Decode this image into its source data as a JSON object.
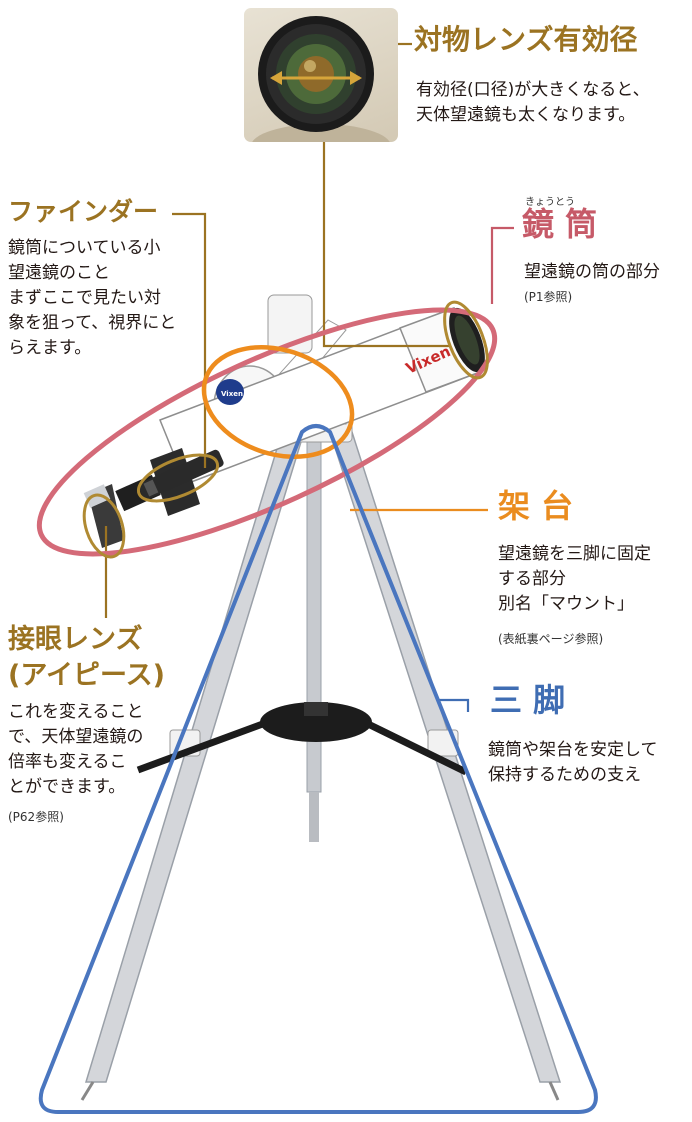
{
  "objective": {
    "title": "対物レンズ有効径",
    "desc": [
      "有効径(口径)が大きくなると、",
      "天体望遠鏡も太くなります。"
    ]
  },
  "finder": {
    "title": "ファインダー",
    "desc": [
      "鏡筒についている小",
      "望遠鏡のこと",
      "まずここで見たい対",
      "象を狙って、視界にと",
      "らえます。"
    ]
  },
  "tube": {
    "ruby": "きょうとう",
    "title": "鏡 筒",
    "desc": "望遠鏡の筒の部分",
    "ref": "(P1参照)"
  },
  "mount": {
    "title": "架 台",
    "desc": [
      "望遠鏡を三脚に固定",
      "する部分",
      "別名「マウント」"
    ],
    "ref": "(表紙裏ページ参照)"
  },
  "eyepiece": {
    "title": [
      "接眼レンズ",
      "(アイピース)"
    ],
    "desc": [
      "これを変えること",
      "で、天体望遠鏡の",
      "倍率も変えるこ",
      "とができます。"
    ],
    "ref": "(P62参照)"
  },
  "tripod": {
    "title": "三 脚",
    "desc": [
      "鏡筒や架台を安定して",
      "保持するための支え"
    ]
  },
  "brand": {
    "tube_logo": "Vixen",
    "mount_logo": "Vixen"
  },
  "colors": {
    "brown": "#9b7322",
    "red": "#c65a68",
    "orange": "#ea8c1f",
    "blue": "#3f6db3"
  }
}
